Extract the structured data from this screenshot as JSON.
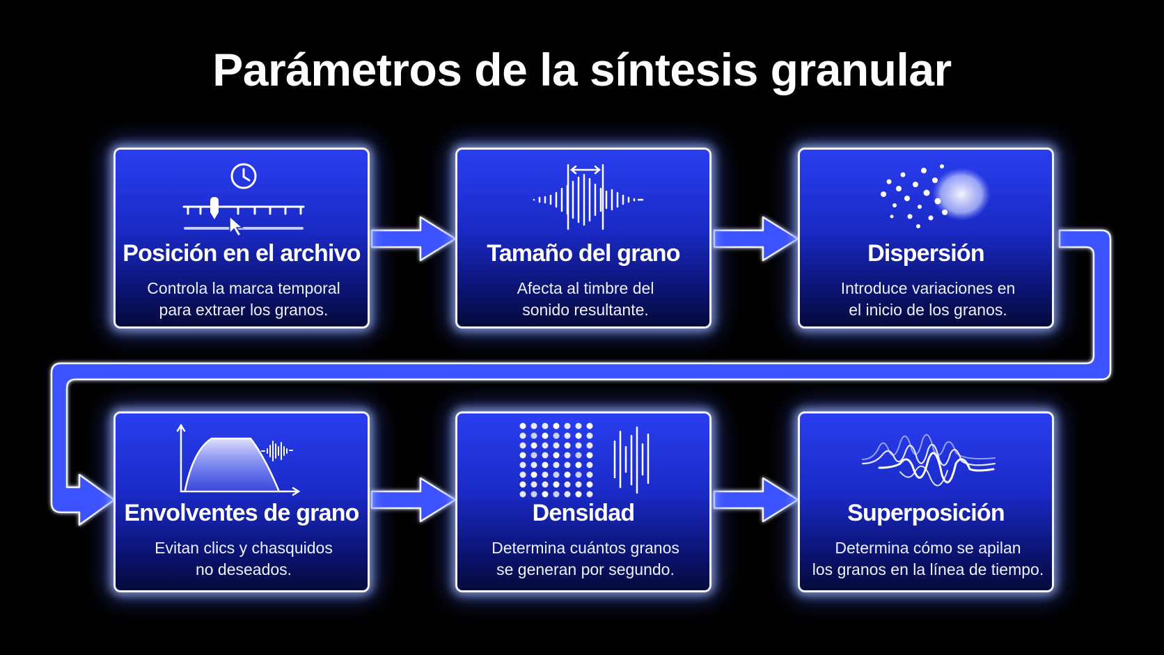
{
  "title": "Parámetros de la síntesis granular",
  "colors": {
    "background": "#000000",
    "card_top": "#2a3ef0",
    "card_bottom": "#050a3a",
    "connector": "#3d52ff",
    "border": "#f2f4ff"
  },
  "steps": [
    {
      "title": "Posición en el archivo",
      "desc": [
        "Controla la marca temporal",
        "para extraer los granos."
      ],
      "icon": "timeline-clock-cursor-icon"
    },
    {
      "title": "Tamaño del grano",
      "desc": [
        "Afecta al timbre del",
        "sonido resultante."
      ],
      "icon": "grain-width-waveform-icon"
    },
    {
      "title": "Dispersión",
      "desc": [
        "Introduce variaciones en",
        "el inicio de los granos."
      ],
      "icon": "scattered-particles-icon"
    },
    {
      "title": "Envolventes de grano",
      "desc": [
        "Evitan clics y chasquidos",
        "no deseados."
      ],
      "icon": "envelope-curve-icon"
    },
    {
      "title": "Densidad",
      "desc": [
        "Determina cuántos granos",
        "se generan por segundo."
      ],
      "icon": "dot-grid-density-icon"
    },
    {
      "title": "Superposición",
      "desc": [
        "Determina cómo se apilan",
        "los granos en la línea de tiempo."
      ],
      "icon": "overlapping-waves-icon"
    }
  ]
}
